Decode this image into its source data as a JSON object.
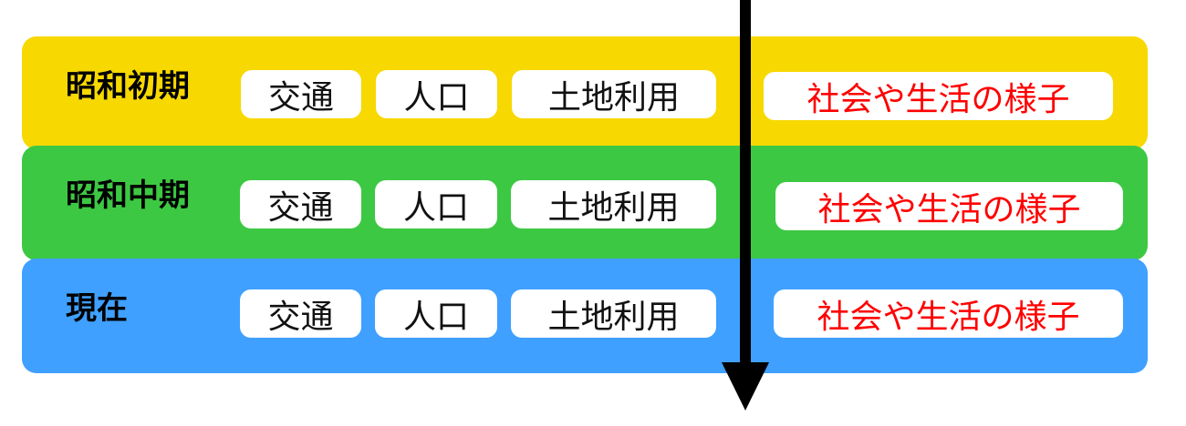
{
  "colors": {
    "early": "#F7D800",
    "middle": "#3DC843",
    "present": "#3FA0FF",
    "highlight_text": "#FF0000"
  },
  "rows": [
    {
      "label": "昭和初期",
      "tags": [
        "交通",
        "人口",
        "土地利用"
      ],
      "highlight": "社会や生活の様子"
    },
    {
      "label": "昭和中期",
      "tags": [
        "交通",
        "人口",
        "土地利用"
      ],
      "highlight": "社会や生活の様子"
    },
    {
      "label": "現在",
      "tags": [
        "交通",
        "人口",
        "土地利用"
      ],
      "highlight": "社会や生活の様子"
    }
  ]
}
